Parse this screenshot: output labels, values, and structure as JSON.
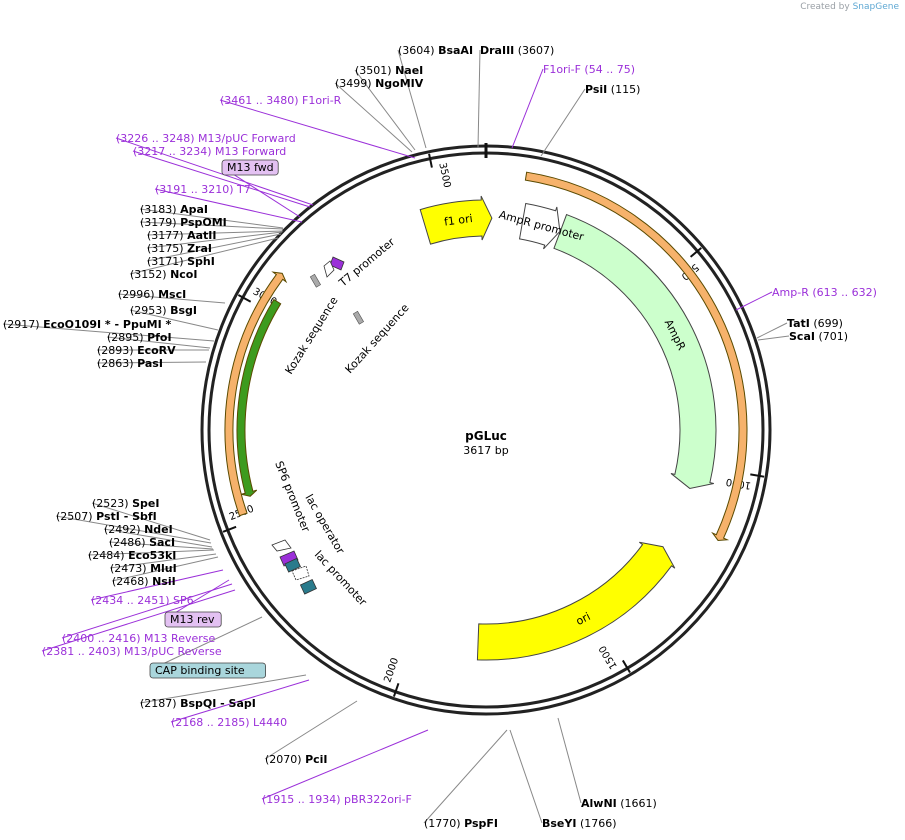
{
  "credit": {
    "prefix": "Created by",
    "brand": "SnapGene"
  },
  "plasmid": {
    "name": "pGLuc",
    "length_label": "3617 bp",
    "length": 3617
  },
  "ticks": [
    {
      "pos": 500,
      "label": "500"
    },
    {
      "pos": 1000,
      "label": "1000"
    },
    {
      "pos": 1500,
      "label": "1500"
    },
    {
      "pos": 2000,
      "label": "2000"
    },
    {
      "pos": 2500,
      "label": "2500"
    },
    {
      "pos": 3000,
      "label": "3000"
    },
    {
      "pos": 3500,
      "label": "3500"
    }
  ],
  "colors": {
    "f1ori": "#ffff00",
    "ori": "#ffff00",
    "ampr": "#ccffcc",
    "orange": "#f6b26b",
    "green": "#3d9b1e",
    "primer": "#9b30d9",
    "operator": "#2a7b8c",
    "backbone": "#222222"
  },
  "features": [
    {
      "id": "f1-ori",
      "label": "f1 ori",
      "start": 3450,
      "end": 16,
      "dir": "cw",
      "ring": "inner",
      "color": "#ffff00"
    },
    {
      "id": "ampr",
      "label": "AmpR",
      "start": 206,
      "end": 1065,
      "dir": "cw",
      "ring": "inner",
      "color": "#ccffcc"
    },
    {
      "id": "ampr-promoter",
      "label": "AmpR promoter",
      "start": 100,
      "end": 205,
      "dir": "cw",
      "ring": "inner",
      "color": "#ffffff"
    },
    {
      "id": "ori",
      "label": "ori",
      "start": 1240,
      "end": 1830,
      "dir": "ccw",
      "ring": "inner",
      "color": "#ffff00"
    },
    {
      "id": "orange-right",
      "label": "",
      "start": 90,
      "end": 1160,
      "dir": "cw",
      "ring": "outer",
      "color": "#f6b26b"
    },
    {
      "id": "orange-left",
      "label": "",
      "start": 2520,
      "end": 3090,
      "dir": "cw",
      "ring": "outer",
      "color": "#f6b26b"
    },
    {
      "id": "green-left",
      "label": "",
      "start": 2555,
      "end": 3030,
      "dir": "ccw",
      "ring": "middle",
      "color": "#3d9b1e"
    }
  ],
  "inner_labels": {
    "t7_promoter": "T7 promoter",
    "kozak_1": "Kozak sequence",
    "kozak_2": "Kozak sequence",
    "sp6_promoter": "SP6 promoter",
    "lac_operator": "lac operator",
    "lac_promoter": "lac promoter"
  },
  "labels": [
    {
      "id": "bsaai",
      "pos": "(3604)",
      "name": "BsaAI",
      "extra": "",
      "kind": "enzyme"
    },
    {
      "id": "draiii",
      "pos": "(3607)",
      "name": "DraIII",
      "extra": "",
      "kind": "enzyme"
    },
    {
      "id": "f1ori-f",
      "pos": "(54 .. 75)",
      "name": "F1ori-F",
      "extra": "",
      "kind": "primer"
    },
    {
      "id": "psii",
      "pos": "(115)",
      "name": "PsiI",
      "extra": "",
      "kind": "enzyme"
    },
    {
      "id": "naei",
      "pos": "(3501)",
      "name": "NaeI",
      "extra": "",
      "kind": "enzyme"
    },
    {
      "id": "ngomiv",
      "pos": "(3499)",
      "name": "NgoMIV",
      "extra": "",
      "kind": "enzyme"
    },
    {
      "id": "f1ori-r",
      "pos": "(3461 .. 3480)",
      "name": "F1ori-R",
      "extra": "",
      "kind": "primer"
    },
    {
      "id": "m13-puc-forward",
      "pos": "(3226 .. 3248)",
      "name": "M13/pUC Forward",
      "extra": "",
      "kind": "primer"
    },
    {
      "id": "m13-forward",
      "pos": "(3217 .. 3234)",
      "name": "M13 Forward",
      "extra": "",
      "kind": "primer"
    },
    {
      "id": "m13-fwd",
      "pos": "",
      "name": "M13 fwd",
      "extra": "",
      "kind": "boxprimer"
    },
    {
      "id": "t7",
      "pos": "(3191 .. 3210)",
      "name": "T7",
      "extra": "",
      "kind": "primer"
    },
    {
      "id": "apai",
      "pos": "(3183)",
      "name": "ApaI",
      "extra": "",
      "kind": "enzyme"
    },
    {
      "id": "pspomi",
      "pos": "(3179)",
      "name": "PspOMI",
      "extra": "",
      "kind": "enzyme"
    },
    {
      "id": "aatii",
      "pos": "(3177)",
      "name": "AatII",
      "extra": "",
      "kind": "enzyme"
    },
    {
      "id": "zrai",
      "pos": "(3175)",
      "name": "ZraI",
      "extra": "",
      "kind": "enzyme"
    },
    {
      "id": "sphi",
      "pos": "(3171)",
      "name": "SphI",
      "extra": "",
      "kind": "enzyme"
    },
    {
      "id": "ncoi",
      "pos": "(3152)",
      "name": "NcoI",
      "extra": "",
      "kind": "enzyme"
    },
    {
      "id": "amp-r",
      "pos": "(613 .. 632)",
      "name": "Amp-R",
      "extra": "",
      "kind": "primer"
    },
    {
      "id": "tati",
      "pos": "(699)",
      "name": "TatI",
      "extra": "",
      "kind": "enzyme"
    },
    {
      "id": "scai",
      "pos": "(701)",
      "name": "ScaI",
      "extra": "",
      "kind": "enzyme"
    },
    {
      "id": "msci",
      "pos": "(2996)",
      "name": "MscI",
      "extra": "",
      "kind": "enzyme"
    },
    {
      "id": "bsgi",
      "pos": "(2953)",
      "name": "BsgI",
      "extra": "",
      "kind": "enzyme"
    },
    {
      "id": "ecoo109i",
      "pos": "(2917)",
      "name": "EcoO109I *",
      "extra": "-  PpuMI *",
      "kind": "enzyme"
    },
    {
      "id": "pfoi",
      "pos": "(2895)",
      "name": "PfoI",
      "extra": "",
      "kind": "enzyme"
    },
    {
      "id": "ecorv",
      "pos": "(2893)",
      "name": "EcoRV",
      "extra": "",
      "kind": "enzyme"
    },
    {
      "id": "pasi",
      "pos": "(2863)",
      "name": "PasI",
      "extra": "",
      "kind": "enzyme"
    },
    {
      "id": "spei",
      "pos": "(2523)",
      "name": "SpeI",
      "extra": "",
      "kind": "enzyme"
    },
    {
      "id": "psti",
      "pos": "(2507)",
      "name": "PstI",
      "extra": "-  SbfI",
      "kind": "enzyme"
    },
    {
      "id": "ndei",
      "pos": "(2492)",
      "name": "NdeI",
      "extra": "",
      "kind": "enzyme"
    },
    {
      "id": "saci",
      "pos": "(2486)",
      "name": "SacI",
      "extra": "",
      "kind": "enzyme"
    },
    {
      "id": "eco53ki",
      "pos": "(2484)",
      "name": "Eco53kI",
      "extra": "",
      "kind": "enzyme"
    },
    {
      "id": "mlui",
      "pos": "(2473)",
      "name": "MluI",
      "extra": "",
      "kind": "enzyme"
    },
    {
      "id": "nsii",
      "pos": "(2468)",
      "name": "NsiI",
      "extra": "",
      "kind": "enzyme"
    },
    {
      "id": "sp6",
      "pos": "(2434 .. 2451)",
      "name": "SP6",
      "extra": "",
      "kind": "primer"
    },
    {
      "id": "m13-rev",
      "pos": "",
      "name": "M13 rev",
      "extra": "",
      "kind": "boxprimer"
    },
    {
      "id": "m13-reverse",
      "pos": "(2400 .. 2416)",
      "name": "M13 Reverse",
      "extra": "",
      "kind": "primer"
    },
    {
      "id": "m13-puc-reverse",
      "pos": "(2381 .. 2403)",
      "name": "M13/pUC Reverse",
      "extra": "",
      "kind": "primer"
    },
    {
      "id": "cap-binding-site",
      "pos": "",
      "name": "CAP binding site",
      "extra": "",
      "kind": "boxfeature"
    },
    {
      "id": "bspqi",
      "pos": "(2187)",
      "name": "BspQI",
      "extra": "-  SapI",
      "kind": "enzyme"
    },
    {
      "id": "l4440",
      "pos": "(2168 .. 2185)",
      "name": "L4440",
      "extra": "",
      "kind": "primer"
    },
    {
      "id": "pcii",
      "pos": "(2070)",
      "name": "PciI",
      "extra": "",
      "kind": "enzyme"
    },
    {
      "id": "pbr322ori-f",
      "pos": "(1915 .. 1934)",
      "name": "pBR322ori-F",
      "extra": "",
      "kind": "primer"
    },
    {
      "id": "pspfi",
      "pos": "(1770)",
      "name": "PspFI",
      "extra": "",
      "kind": "enzyme"
    },
    {
      "id": "bseyi",
      "pos": "(1766)",
      "name": "BseYI",
      "extra": "",
      "kind": "enzyme"
    },
    {
      "id": "alwni",
      "pos": "(1661)",
      "name": "AlwNI",
      "extra": "",
      "kind": "enzyme"
    }
  ]
}
